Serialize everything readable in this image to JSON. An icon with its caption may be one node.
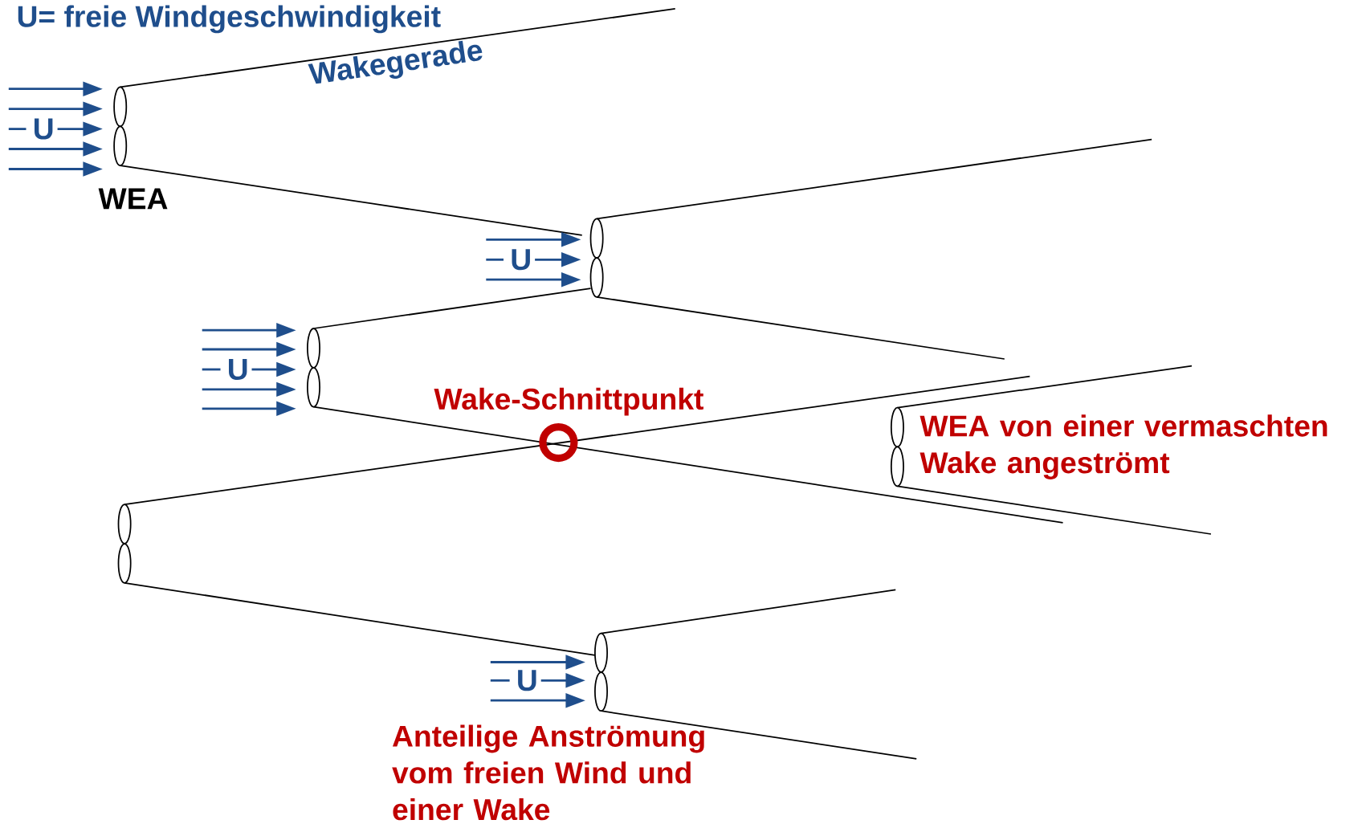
{
  "diagram": {
    "labels": [
      "U= freie Windgeschwindigkeit",
      "Wakegerade",
      "U",
      "WEA",
      "U",
      "U",
      "Wake-Schnittpunkt",
      "WEA von einer vermaschten Wake angeströmt",
      "U",
      "Anteilige Anströmung vom freien Wind und einer Wake"
    ]
  }
}
